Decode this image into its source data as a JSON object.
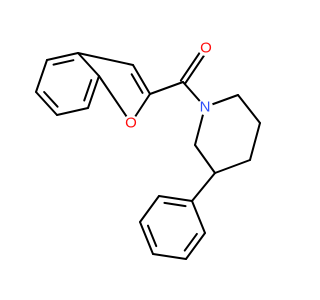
{
  "molecule": {
    "atoms": {
      "o_carbonyl": {
        "symbol": "O",
        "color": "#ff0d0d"
      },
      "o_furan": {
        "symbol": "O",
        "color": "#ff0d0d"
      },
      "n_piperidine": {
        "symbol": "N",
        "color": "#3050f8"
      }
    }
  }
}
